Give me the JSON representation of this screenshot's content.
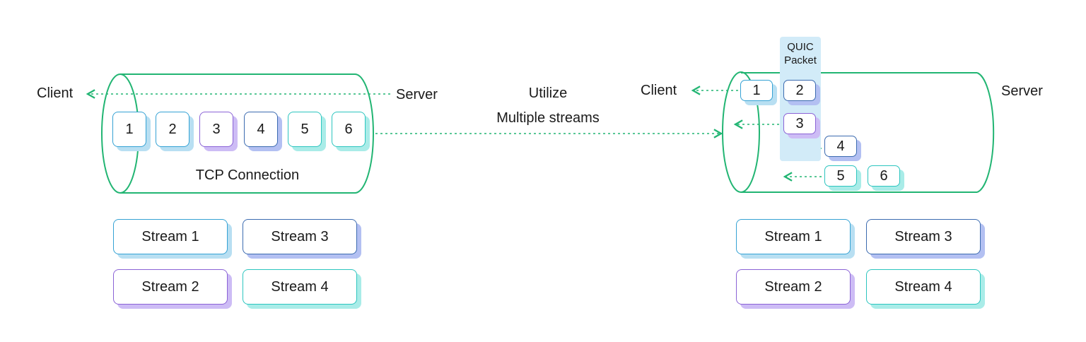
{
  "left": {
    "client_label": "Client",
    "server_label": "Server",
    "connection_label": "TCP Connection",
    "packets": [
      "1",
      "2",
      "3",
      "4",
      "5",
      "6"
    ],
    "streams": [
      "Stream 1",
      "Stream 3",
      "Stream 2",
      "Stream 4"
    ]
  },
  "middle": {
    "line1": "Utilize",
    "line2": "Multiple streams"
  },
  "right": {
    "client_label": "Client",
    "server_label": "Server",
    "quic_label_line1": "QUIC",
    "quic_label_line2": "Packet",
    "packets": [
      "1",
      "2",
      "3",
      "4",
      "5",
      "6"
    ],
    "streams": [
      "Stream 1",
      "Stream 3",
      "Stream 2",
      "Stream 4"
    ]
  },
  "colors": {
    "pipe": "#22b573",
    "arrow": "#22b573",
    "stream1": "#35a2d4",
    "stream2": "#8b63d6",
    "stream3": "#3c6bb0",
    "stream4": "#2cc5bf",
    "quic_band": "#d2ebf8"
  }
}
